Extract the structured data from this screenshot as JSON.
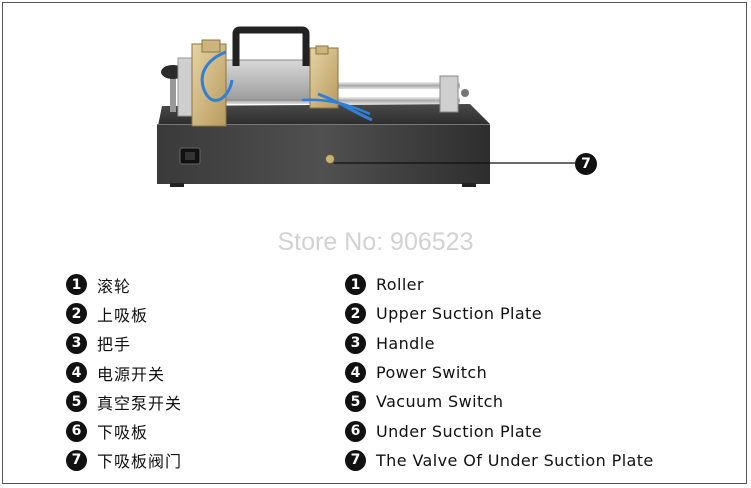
{
  "watermark": "Store No: 906523",
  "callout": {
    "number": "7"
  },
  "legend_zh": [
    {
      "num": "1",
      "label": "滚轮"
    },
    {
      "num": "2",
      "label": "上吸板"
    },
    {
      "num": "3",
      "label": "把手"
    },
    {
      "num": "4",
      "label": "电源开关"
    },
    {
      "num": "5",
      "label": "真空泵开关"
    },
    {
      "num": "6",
      "label": "下吸板"
    },
    {
      "num": "7",
      "label": "下吸板阀门"
    }
  ],
  "legend_en": [
    {
      "num": "1",
      "label": "Roller"
    },
    {
      "num": "2",
      "label": "Upper Suction Plate"
    },
    {
      "num": "3",
      "label": "Handle"
    },
    {
      "num": "4",
      "label": "Power Switch"
    },
    {
      "num": "5",
      "label": "Vacuum Switch"
    },
    {
      "num": "6",
      "label": "Under Suction Plate"
    },
    {
      "num": "7",
      "label": "The Valve Of Under Suction Plate"
    }
  ]
}
